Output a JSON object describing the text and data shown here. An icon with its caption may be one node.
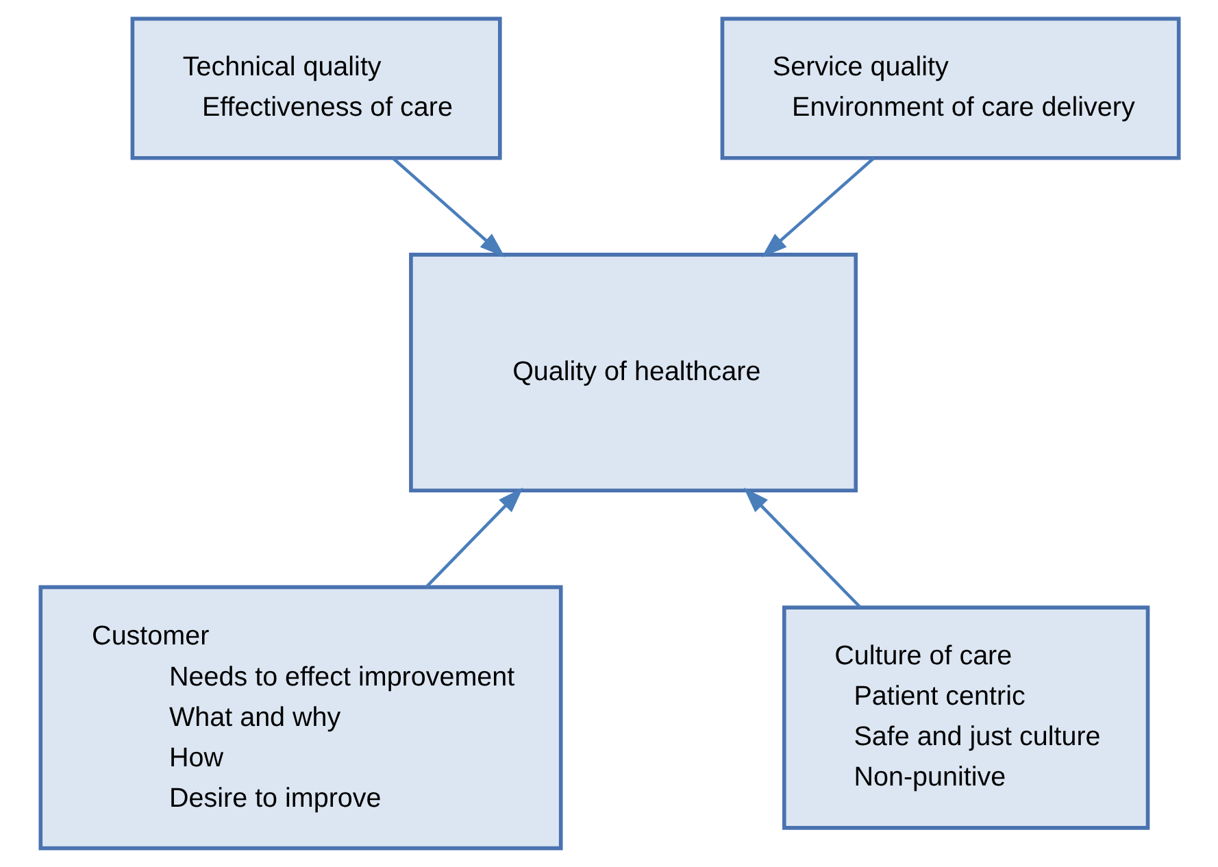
{
  "diagram": {
    "nodes": [
      {
        "text": [
          "Technical quality",
          "Effectiveness of care"
        ]
      },
      {
        "text": [
          "Service quality",
          "Environment of care delivery"
        ]
      },
      {
        "text": [
          "Quality of healthcare"
        ]
      },
      {
        "text": [
          "Customer",
          "Needs to effect improvement",
          "What and why",
          "How",
          "Desire to improve"
        ]
      },
      {
        "text": [
          "Culture of care",
          "Patient centric",
          "Safe and just culture",
          "Non-punitive"
        ]
      }
    ],
    "edges": [
      {
        "from": 0,
        "to": 2,
        "arrow": "to"
      },
      {
        "from": 1,
        "to": 2,
        "arrow": "to"
      },
      {
        "from": 3,
        "to": 2,
        "arrow": "to"
      },
      {
        "from": 4,
        "to": 2,
        "arrow": "to"
      }
    ]
  }
}
